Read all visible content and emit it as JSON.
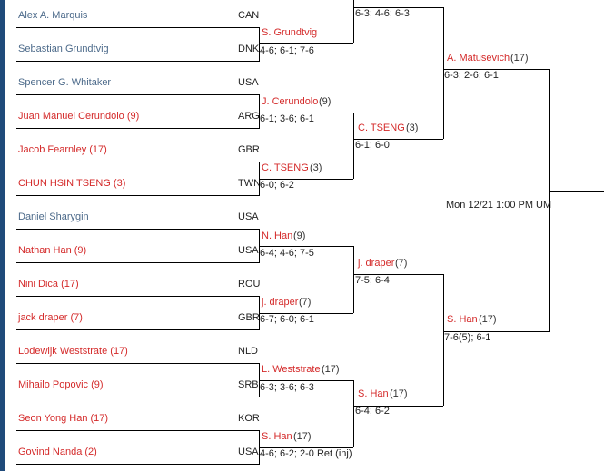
{
  "round1": [
    {
      "name": "Alex A. Marquis",
      "country": "CAN",
      "seeded": false
    },
    {
      "name": "Sebastian Grundtvig",
      "country": "DNK",
      "seeded": false
    },
    {
      "name": "Spencer G. Whitaker",
      "country": "USA",
      "seeded": false
    },
    {
      "name": "Juan Manuel Cerundolo (9)",
      "country": "ARG",
      "seeded": true
    },
    {
      "name": "Jacob Fearnley (17)",
      "country": "GBR",
      "seeded": true
    },
    {
      "name": "CHUN HSIN TSENG (3)",
      "country": "TWN",
      "seeded": true
    },
    {
      "name": "Daniel Sharygin",
      "country": "USA",
      "seeded": false
    },
    {
      "name": "Nathan Han (9)",
      "country": "USA",
      "seeded": true
    },
    {
      "name": "Nini Dica (17)",
      "country": "ROU",
      "seeded": true
    },
    {
      "name": "jack draper (7)",
      "country": "GBR",
      "seeded": true
    },
    {
      "name": "Lodewijk Weststrate (17)",
      "country": "NLD",
      "seeded": true
    },
    {
      "name": "Mihailo Popovic (9)",
      "country": "SRB",
      "seeded": true
    },
    {
      "name": "Seon Yong Han (17)",
      "country": "KOR",
      "seeded": true
    },
    {
      "name": "Govind Nanda (2)",
      "country": "USA",
      "seeded": true
    }
  ],
  "round2": [
    {
      "name": "S. Grundtvig",
      "seed": "",
      "score": "4-6; 6-1; 7-6"
    },
    {
      "name": "J. Cerundolo",
      "seed": "(9)",
      "score": "6-1; 3-6; 6-1"
    },
    {
      "name": "C. TSENG",
      "seed": "(3)",
      "score": "6-0; 6-2"
    },
    {
      "name": "N. Han",
      "seed": "(9)",
      "score": "6-4; 4-6; 7-5"
    },
    {
      "name": "j. draper",
      "seed": "(7)",
      "score": "6-7; 6-0; 6-1"
    },
    {
      "name": "L. Weststrate",
      "seed": "(17)",
      "score": "6-3; 3-6; 6-3"
    },
    {
      "name": "S. Han",
      "seed": "(17)",
      "score": "4-6; 6-2; 2-0 Ret (inj)"
    }
  ],
  "round3": [
    {
      "name": "",
      "seed": "",
      "score": "6-3; 4-6; 6-3"
    },
    {
      "name": "C. TSENG",
      "seed": "(3)",
      "score": "6-1; 6-0"
    },
    {
      "name": "j. draper",
      "seed": "(7)",
      "score": "7-5; 6-4"
    },
    {
      "name": "S. Han",
      "seed": "(17)",
      "score": "6-4; 6-2"
    }
  ],
  "round4": [
    {
      "name": "A. Matusevich",
      "seed": "(17)",
      "score": "6-3; 2-6; 6-1"
    },
    {
      "name": "S. Han",
      "seed": "(17)",
      "score": "7-6(5); 6-1"
    }
  ],
  "final": {
    "schedule": "Mon 12/21 1:00 PM UM"
  },
  "colors": {
    "seeded": "#d42a2a",
    "unseeded": "#4c6a8a",
    "lines": "#000000",
    "page_edge": "#1f4a7a"
  }
}
